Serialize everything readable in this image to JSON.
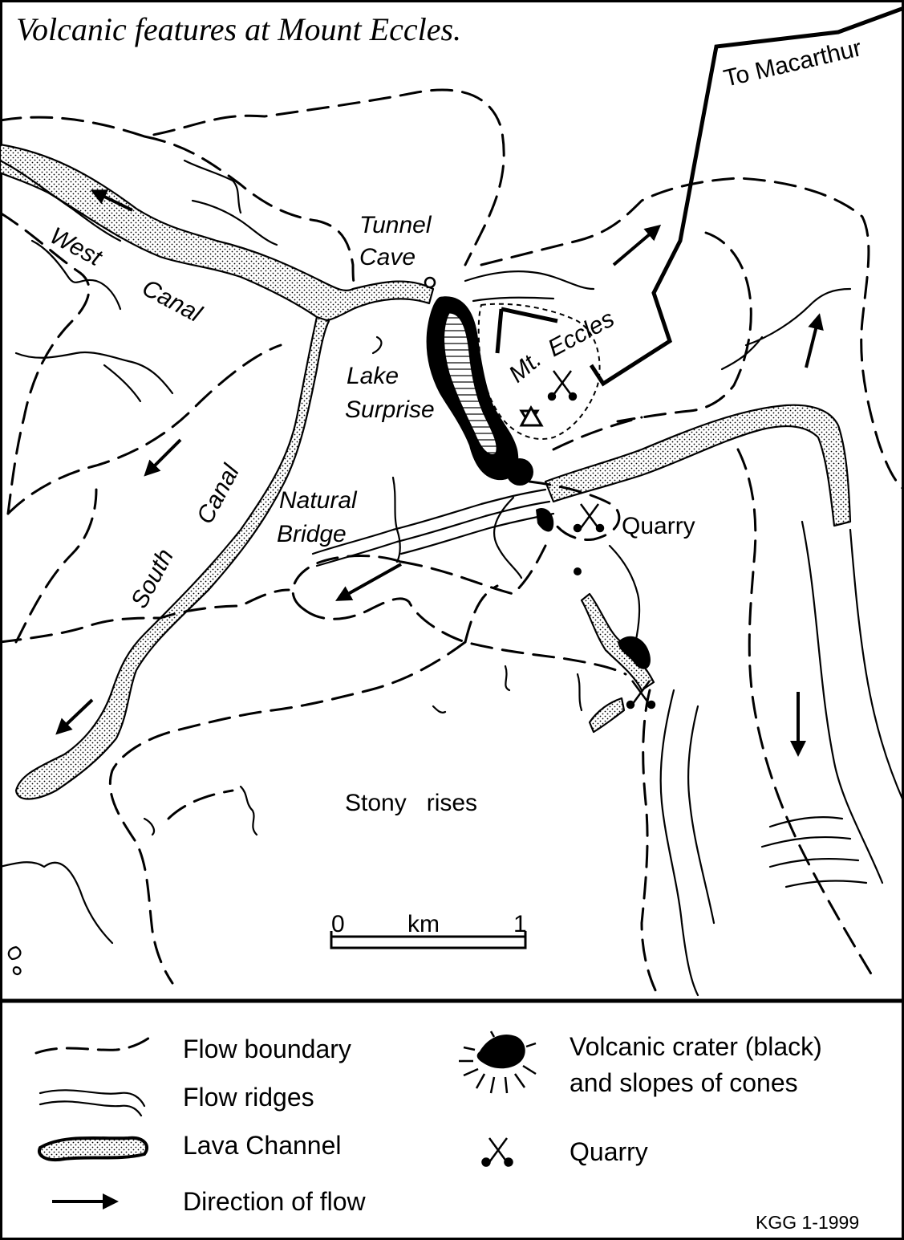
{
  "title": "Volcanic features at Mount Eccles.",
  "labels": {
    "to_macarthur": "To Macarthur",
    "tunnel": "Tunnel",
    "cave": "Cave",
    "west": "West",
    "canal_west": "Canal",
    "mt": "Mt.",
    "eccles": "Eccles",
    "lake": "Lake",
    "surprise": "Surprise",
    "natural": "Natural",
    "bridge": "Bridge",
    "quarry": "Quarry",
    "south": "South",
    "canal_south": "Canal",
    "stony_rises": "Stony   rises"
  },
  "scale_bar": {
    "start": "0",
    "unit": "km",
    "end": "1"
  },
  "legend": {
    "flow_boundary": "Flow boundary",
    "flow_ridges": "Flow ridges",
    "lava_channel": "Lava Channel",
    "direction_of_flow": "Direction of flow",
    "volcanic_crater_line1": "Volcanic crater (black)",
    "volcanic_crater_line2": "and slopes of cones",
    "quarry": "Quarry"
  },
  "credit": "KGG 1-1999",
  "colors": {
    "ink": "#000000",
    "paper": "#ffffff"
  },
  "icons": [
    "arrow-icon",
    "crater-icon",
    "quarry-icon",
    "dotted-channel-icon"
  ]
}
